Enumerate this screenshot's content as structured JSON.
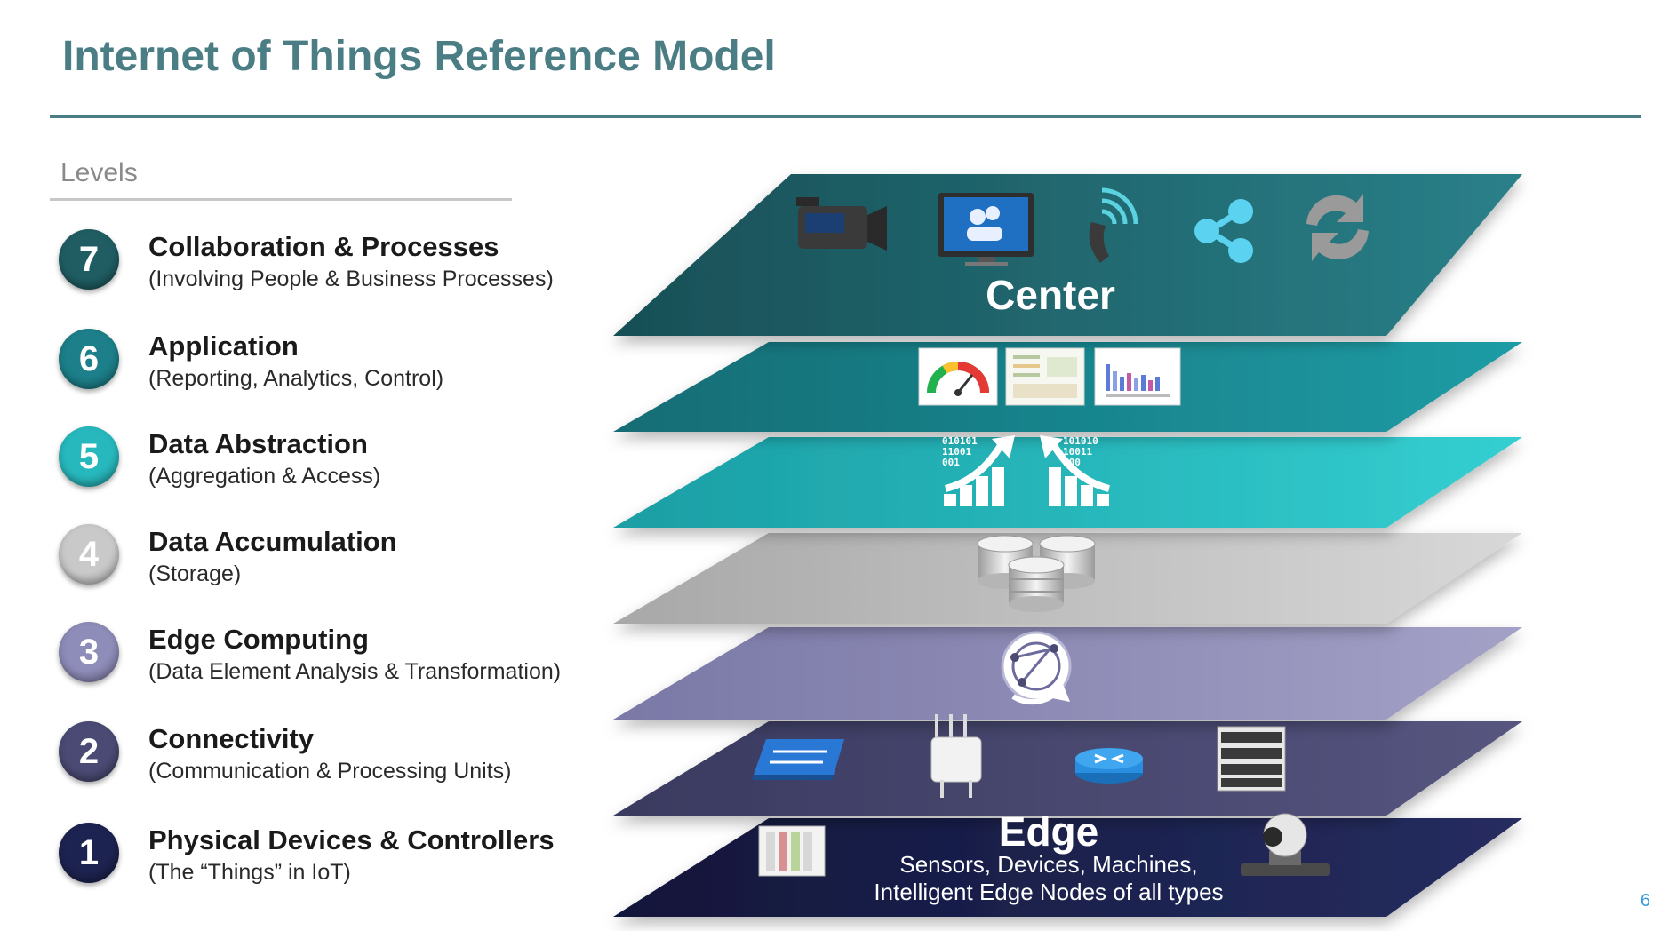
{
  "slide": {
    "title": "Internet of Things Reference Model",
    "page_number": "6"
  },
  "levels_heading": "Levels",
  "levels": [
    {
      "number": "7",
      "title": "Collaboration & Processes",
      "subtitle": "(Involving People & Business Processes)",
      "color": "#1f5d63"
    },
    {
      "number": "6",
      "title": "Application",
      "subtitle": "(Reporting, Analytics, Control)",
      "color": "#1c7f89"
    },
    {
      "number": "5",
      "title": "Data Abstraction",
      "subtitle": "(Aggregation & Access)",
      "color": "#27b8bd"
    },
    {
      "number": "4",
      "title": "Data Accumulation",
      "subtitle": "(Storage)",
      "color": "#c9c9c9"
    },
    {
      "number": "3",
      "title": "Edge Computing",
      "subtitle": "(Data Element Analysis & Transformation)",
      "color": "#8e8cb8"
    },
    {
      "number": "2",
      "title": "Connectivity",
      "subtitle": "(Communication & Processing Units)",
      "color": "#4a4a74"
    },
    {
      "number": "1",
      "title": "Physical Devices & Controllers",
      "subtitle": "(The “Things” in IoT)",
      "color": "#1d2350"
    }
  ],
  "stack": {
    "center_label": "Center",
    "edge_label": "Edge",
    "edge_desc_line1": "Sensors, Devices, Machines,",
    "edge_desc_line2": "Intelligent Edge Nodes of all types",
    "binary_left": [
      "010101",
      "11001",
      "001"
    ],
    "binary_right": [
      "101010",
      "10011",
      "100"
    ]
  }
}
